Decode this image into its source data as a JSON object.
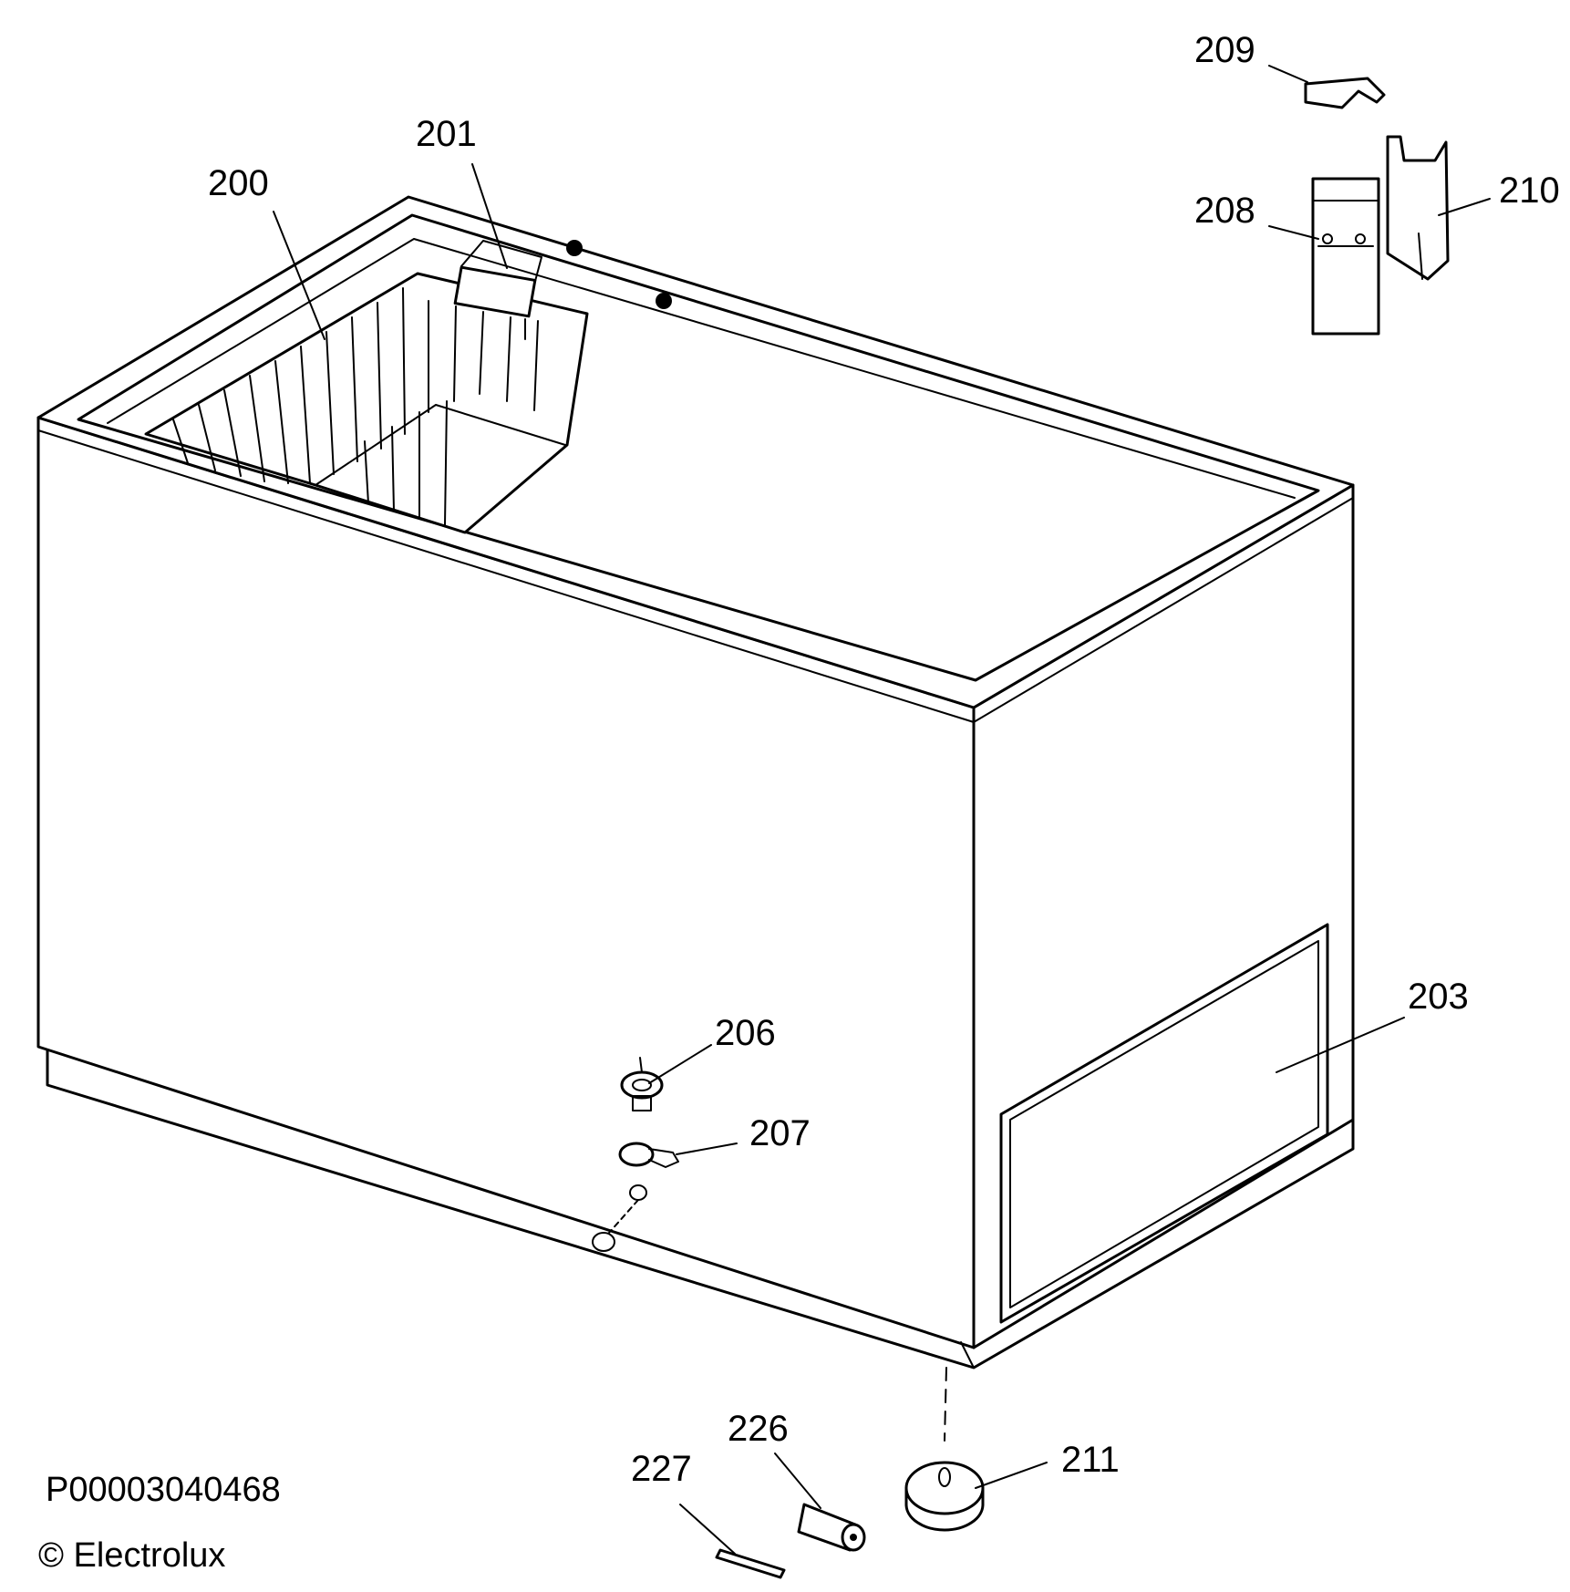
{
  "part_numbers": {
    "p200": "200",
    "p201": "201",
    "p203": "203",
    "p206": "206",
    "p207": "207",
    "p208": "208",
    "p209": "209",
    "p210": "210",
    "p211": "211",
    "p226": "226",
    "p227": "227"
  },
  "footer": {
    "drawing_id": "P00003040468",
    "copyright": "© Electrolux"
  }
}
